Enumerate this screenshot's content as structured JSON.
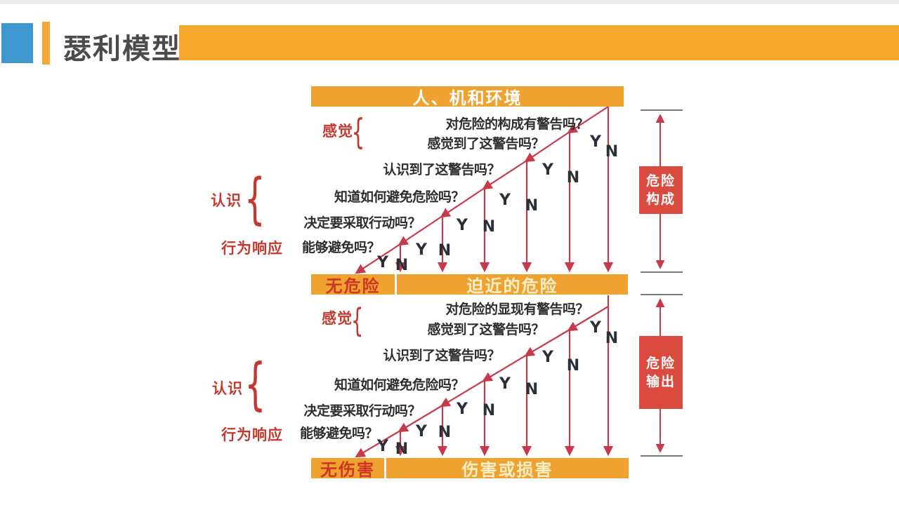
{
  "slide_title": "瑟利模型",
  "colors": {
    "header_orange": "#f5a72b",
    "band_orange": "#f0a231",
    "accent_yellow": "#f3a937",
    "accent_blue": "#3e97ce",
    "line_red": "#c83a4b",
    "box_red": "#da4a3f",
    "label_red": "#c4392f",
    "bar_red_text": "#ce3626",
    "bar_cream_text": "#f8efc6",
    "title_gray": "#4b4b4b",
    "question_dark": "#2e2e2e"
  },
  "diagram": {
    "bars": {
      "top": "人、机和环境",
      "middle_left": "无危险",
      "middle_right": "迫近的危险",
      "bottom_left": "无伤害",
      "bottom_right": "伤害或损害"
    },
    "yn": {
      "yes": "Y",
      "no": "N"
    },
    "brace": "{",
    "sections": [
      {
        "group_labels": [
          "感觉",
          "认识",
          "行为响应"
        ],
        "questions": [
          "对危险的构成有警告吗？",
          "感觉到了这警告吗？",
          "认识到了这警告吗？",
          "知道如何避免危险吗？",
          "决定要采取行动吗？",
          "能够避免吗？"
        ],
        "side_box_line1": "危险",
        "side_box_line2": "构成"
      },
      {
        "group_labels": [
          "感觉",
          "认识",
          "行为响应"
        ],
        "questions": [
          "对危险的显现有警告吗？",
          "感觉到了这警告吗？",
          "认识到了这警告吗？",
          "知道如何避免危险吗？",
          "决定要采取行动吗？",
          "能够避免吗？"
        ],
        "side_box_line1": "危险",
        "side_box_line2": "输出"
      }
    ]
  }
}
